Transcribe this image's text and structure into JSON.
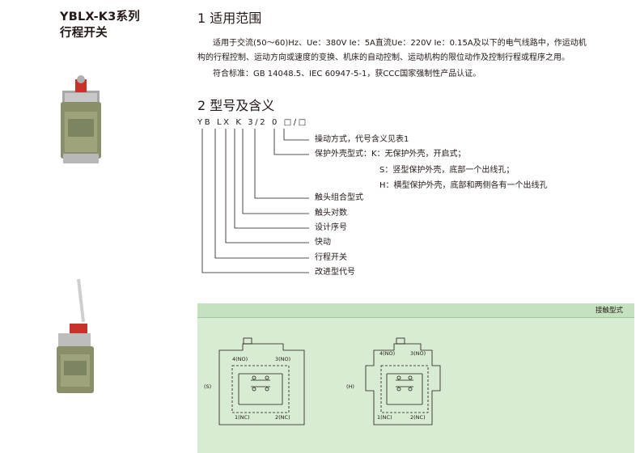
{
  "series": {
    "line1": "YBLX-K3系列",
    "line2": "行程开关"
  },
  "section1": {
    "title": "1 适用范围",
    "para1_line1": "适用于交流(50～60)Hz、Ue：380V Ie：5A直流Ue：220V Ie：0.15A及以下的电气线路中，作运动机",
    "para1_line2": "构的行程控制、运动方向或速度的变换、机床的自动控制、运动机构的限位动作及控制行程或程序之用。",
    "para2": "符合标准：GB 14048.5、IEC 60947-5-1，获CCC国家强制性产品认证。"
  },
  "section2": {
    "title": "2 型号及含义",
    "code": "YB LX K 3/2 0 □/□",
    "labels": [
      "操动方式，代号含义见表1",
      "保护外壳型式：K：无保护外壳，开启式；",
      "S：竖型保护外壳，底部一个出线孔；",
      "H：横型保护外壳，底部和两侧各有一个出线孔",
      "触头组合型式",
      "触头对数",
      "设计序号",
      "快动",
      "行程开关",
      "改进型代号"
    ]
  },
  "contact_panel": {
    "title": "接触型式",
    "left_variant": "(S)",
    "right_variant": "(H)",
    "terminals": {
      "top_left": "4(NO)",
      "top_right": "3(NO)",
      "bottom_left": "1(NC)",
      "bottom_right": "2(NC)"
    }
  },
  "images": {
    "photo1": "limit-switch-plunger-photo",
    "photo2": "limit-switch-rod-lever-photo"
  },
  "colors": {
    "panel_bg": "#d7ecd3",
    "panel_header": "#c5e2bf",
    "switch_red": "#c8322b",
    "switch_body": "#8a8f6a"
  }
}
